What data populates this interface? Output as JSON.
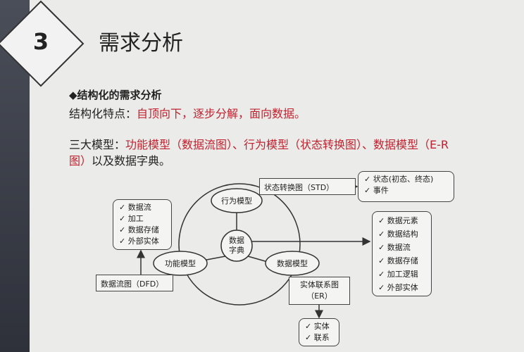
{
  "header": {
    "section_number": "3",
    "title": "需求分析"
  },
  "content": {
    "heading": "◆结构化的需求分析",
    "line1_prefix": "结构化特点：",
    "line1_highlight": "自顶向下，逐步分解，面向数据。",
    "line2_prefix": "三大模型：",
    "line2_highlight": "功能模型（数据流图）、行为模型（状态转换图）、数据模型（E-R",
    "line3_highlight": "图）",
    "line3_suffix": "以及数据字典。"
  },
  "diagram": {
    "center": "数据字典",
    "center_lines": [
      "数据",
      "字典"
    ],
    "behavior_model": "行为模型",
    "function_model": "功能模型",
    "data_model": "数据模型",
    "std_box": "状态转换图（STD）",
    "std_items": [
      "✓ 状态(初态、终态)",
      "✓ 事件"
    ],
    "dfd_box": "数据流图（DFD）",
    "dfd_items": [
      "✓ 数据流",
      "✓ 加工",
      "✓ 数据存储",
      "✓ 外部实体"
    ],
    "er_box_lines": [
      "实体联系图",
      "（ER）"
    ],
    "er_items": [
      "✓ 实体",
      "✓ 联系"
    ],
    "dictionary_items": [
      "✓ 数据元素",
      "✓ 数据结构",
      "✓ 数据流",
      "✓ 数据存储",
      "✓ 加工逻辑",
      "✓ 外部实体"
    ]
  },
  "colors": {
    "highlight": "#c0222e",
    "sidebar": "#3a3d47"
  }
}
